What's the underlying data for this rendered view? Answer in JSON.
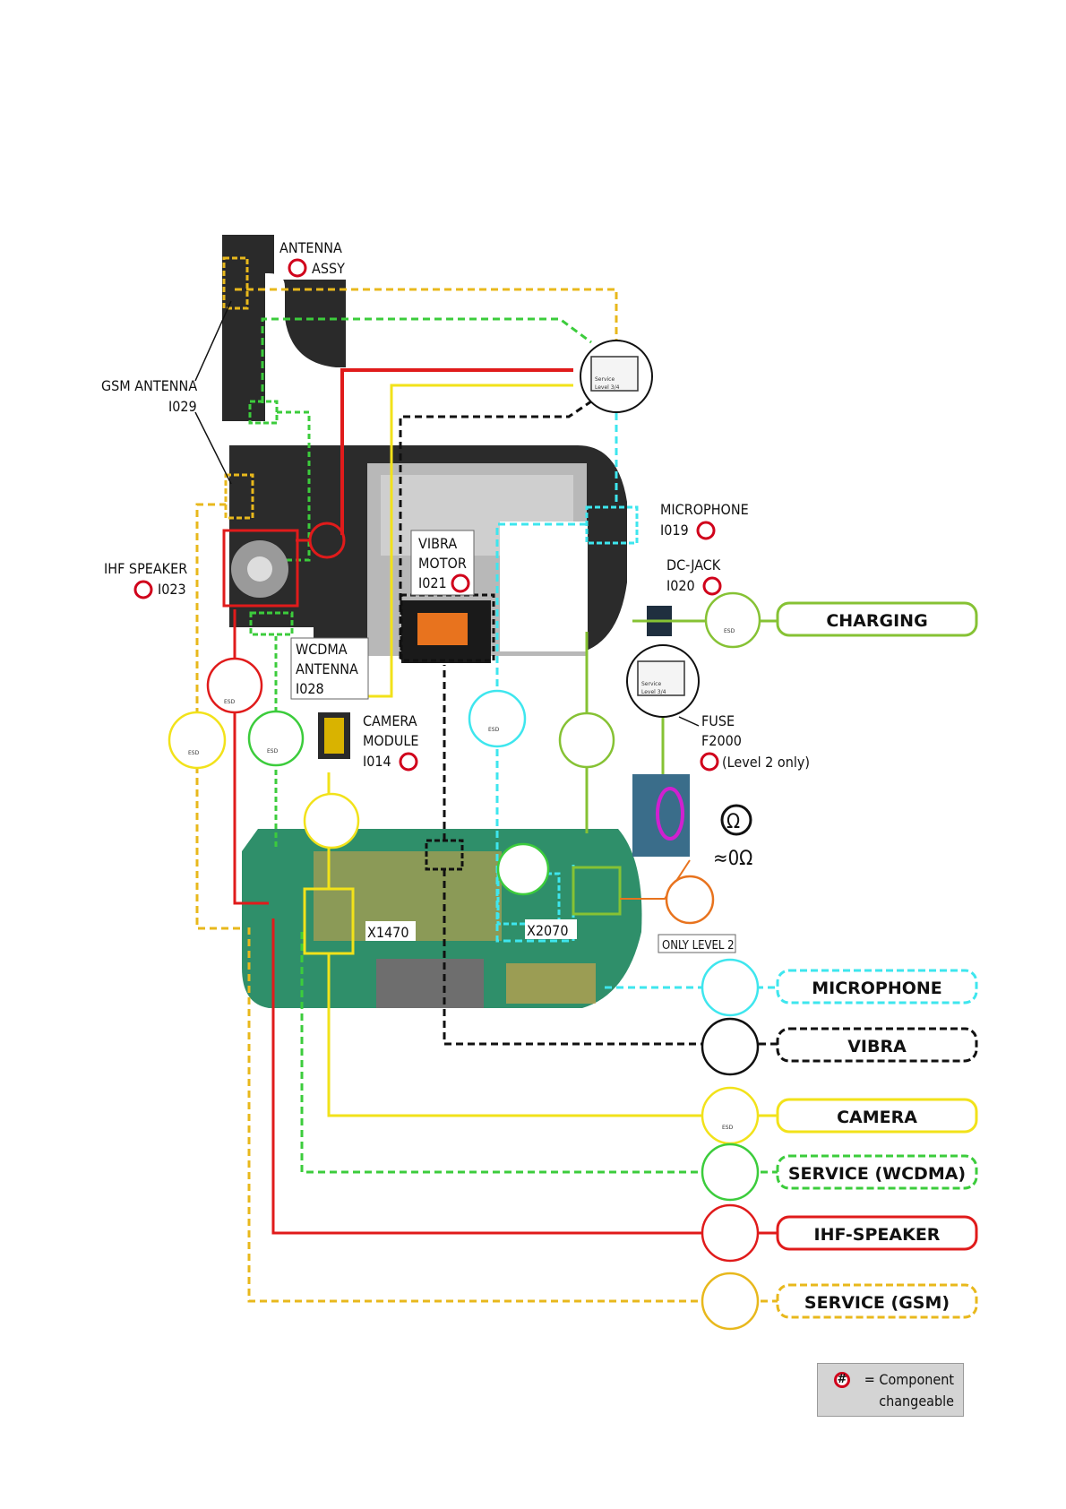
{
  "labels": {
    "antenna_assy_line1": "ANTENNA",
    "antenna_assy_line2": "ASSY",
    "gsm_antenna_line1": "GSM ANTENNA",
    "gsm_antenna_line2": "I029",
    "ihf_speaker_line1": "IHF SPEAKER",
    "ihf_speaker_line2": "I023",
    "vibra_line1": "VIBRA",
    "vibra_line2": "MOTOR",
    "vibra_line3": "I021",
    "wcdma_line1": "WCDMA",
    "wcdma_line2": "ANTENNA",
    "wcdma_line3": "I028",
    "microphone_line1": "MICROPHONE",
    "microphone_line2": "I019",
    "dcjack_line1": "DC-JACK",
    "dcjack_line2": "I020",
    "camera_line1": "CAMERA",
    "camera_line2": "MODULE",
    "camera_line3": "I014",
    "fuse_line1": "FUSE",
    "fuse_line2": "F2000",
    "fuse_line3": "(Level 2 only)",
    "x1470": "X1470",
    "x2070": "X2070",
    "only_level2": "ONLY LEVEL 2",
    "approx_zero_ohm": "≈0Ω",
    "ohm": "Ω",
    "service_tiny_1": "Service",
    "service_tiny_2": "Level 3/4",
    "service_tiny_3": "Service",
    "service_tiny_4": "Level 3/4",
    "esd": "ESD"
  },
  "pills": {
    "charging": "CHARGING",
    "microphone": "MICROPHONE",
    "vibra": "VIBRA",
    "camera": "CAMERA",
    "service_wcdma": "SERVICE (WCDMA)",
    "ihf_speaker": "IHF-SPEAKER",
    "service_gsm": "SERVICE (GSM)"
  },
  "legend": {
    "badge": "#",
    "line1": "= Component",
    "line2": "changeable"
  },
  "colors": {
    "red": "#e01b1b",
    "green": "#3ccc3c",
    "yellow": "#f2e21a",
    "orange_yellow": "#e8b81c",
    "cyan": "#3ee6ee",
    "black": "#111111",
    "lime": "#86c234",
    "orange": "#e8731e",
    "board_green": "#2f8f6a"
  }
}
